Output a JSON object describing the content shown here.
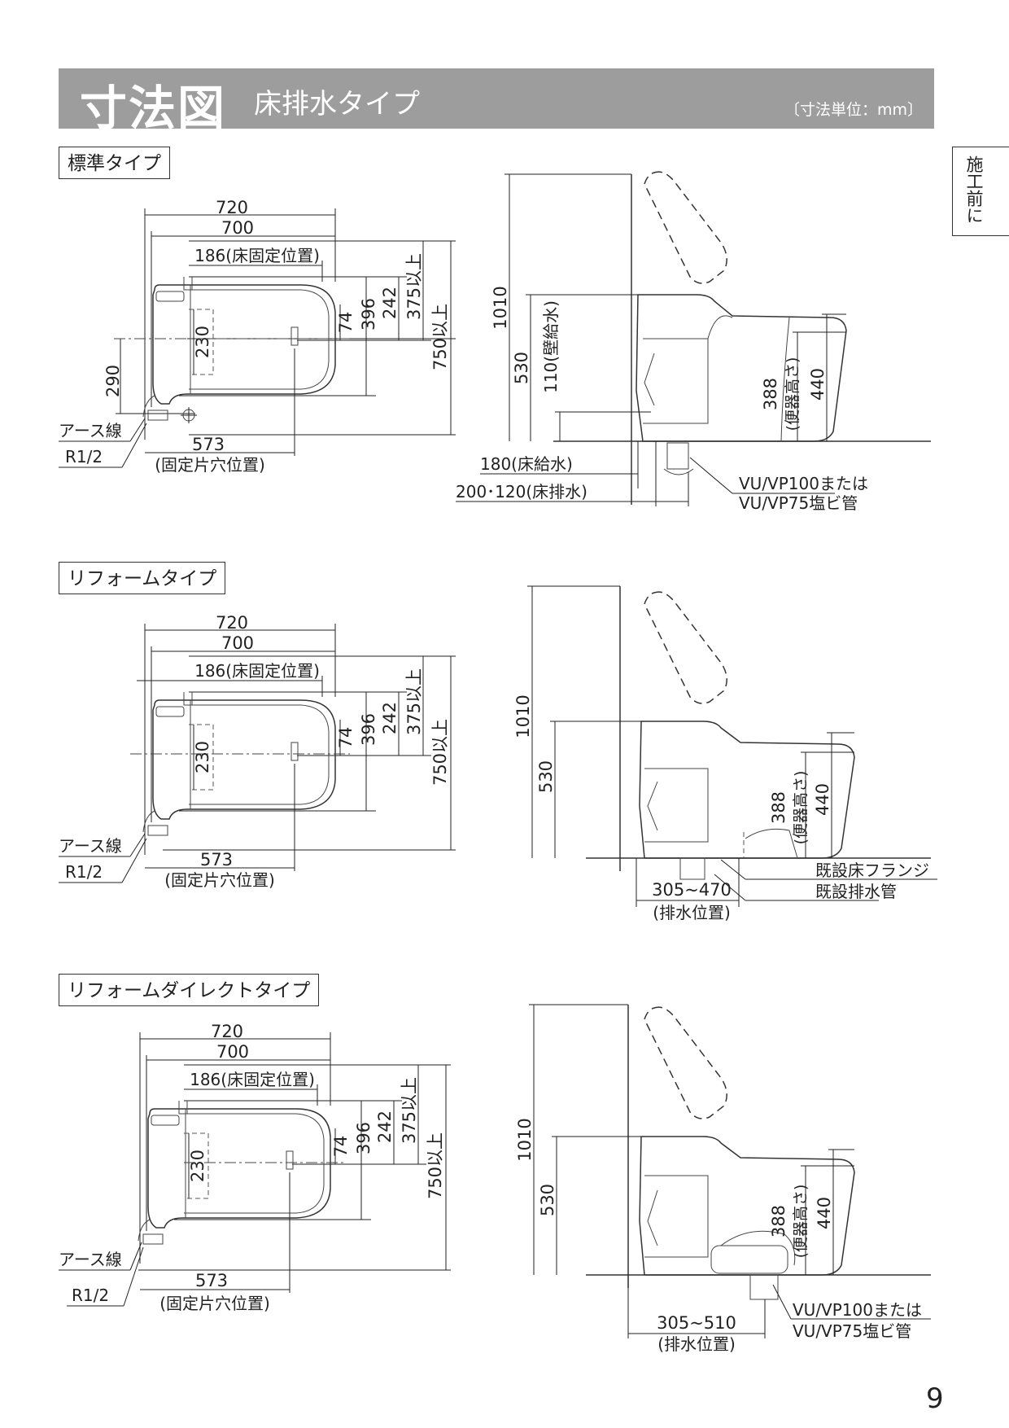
{
  "header": {
    "title": "寸法図",
    "subtitle": "床排水タイプ",
    "unit": "〔寸法単位：mm〕"
  },
  "side_tab": "施工前に",
  "page_number": "9",
  "sections": [
    {
      "label": "標準タイプ",
      "plan": {
        "w720": "720",
        "w700": "700",
        "d186": "186(床固定位置)",
        "d74": "74",
        "d396": "396",
        "d242": "242",
        "d375": "375以上",
        "d750": "750以上",
        "d230": "230",
        "d290": "290",
        "earth": "アース線",
        "r12": "R1/2",
        "d573": "573",
        "fix": "(固定片穴位置)"
      },
      "side": {
        "h1010": "1010",
        "h530": "530",
        "h110": "110(壁給水)",
        "h388": "388",
        "seat": "(便器高さ)",
        "h440": "440",
        "d180": "180(床給水)",
        "d200": "200･120(床排水)",
        "pipe1": "VU/VP100または",
        "pipe2": "VU/VP75塩ビ管"
      }
    },
    {
      "label": "リフォームタイプ",
      "plan": {
        "w720": "720",
        "w700": "700",
        "d186": "186(床固定位置)",
        "d74": "74",
        "d396": "396",
        "d242": "242",
        "d375": "375以上",
        "d750": "750以上",
        "d230": "230",
        "earth": "アース線",
        "r12": "R1/2",
        "d573": "573",
        "fix": "(固定片穴位置)"
      },
      "side": {
        "h1010": "1010",
        "h530": "530",
        "h388": "388",
        "seat": "(便器高さ)",
        "h440": "440",
        "drain": "305~470",
        "drainpos": "(排水位置)",
        "flange": "既設床フランジ",
        "pipe": "既設排水管"
      }
    },
    {
      "label": "リフォームダイレクトタイプ",
      "plan": {
        "w720": "720",
        "w700": "700",
        "d186": "186(床固定位置)",
        "d74": "74",
        "d396": "396",
        "d242": "242",
        "d375": "375以上",
        "d750": "750以上",
        "d230": "230",
        "earth": "アース線",
        "r12": "R1/2",
        "d573": "573",
        "fix": "(固定片穴位置)"
      },
      "side": {
        "h1010": "1010",
        "h530": "530",
        "h388": "388",
        "seat": "(便器高さ)",
        "h440": "440",
        "drain": "305~510",
        "drainpos": "(排水位置)",
        "pipe1": "VU/VP100または",
        "pipe2": "VU/VP75塩ビ管"
      }
    }
  ]
}
